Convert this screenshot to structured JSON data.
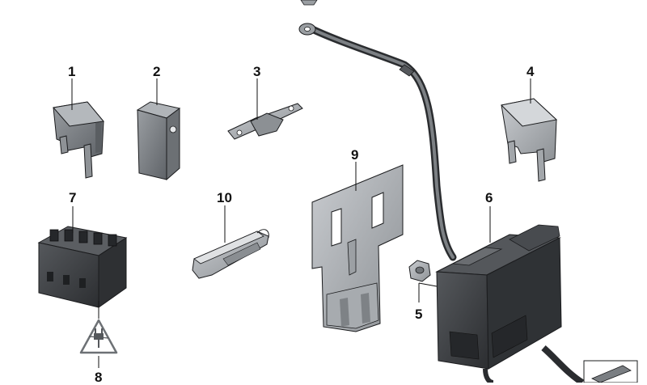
{
  "diagram": {
    "callouts": [
      {
        "id": "c1",
        "label": "1",
        "part": "mini blade fuse"
      },
      {
        "id": "c2",
        "label": "2",
        "part": "cartridge fuse"
      },
      {
        "id": "c3",
        "label": "3",
        "part": "strip fuse"
      },
      {
        "id": "c4",
        "label": "4",
        "part": "maxi blade fuse"
      },
      {
        "id": "c5",
        "label": "5",
        "part": "nut"
      },
      {
        "id": "c6",
        "label": "6",
        "part": "power distribution box with cable"
      },
      {
        "id": "c7",
        "label": "7",
        "part": "fuse carrier"
      },
      {
        "id": "c8",
        "label": "8",
        "part": "warning symbol"
      },
      {
        "id": "c9",
        "label": "9",
        "part": "holding plate"
      },
      {
        "id": "c10",
        "label": "10",
        "part": "fuse puller"
      }
    ],
    "colors": {
      "part_dark": "#3b3e42",
      "part_mid": "#6d7175",
      "part_light": "#a9adb1",
      "outline": "#1b1c1e",
      "leader": "#111111"
    },
    "icons": [
      "warning-triangle-plug-icon",
      "catalog-corner-icon"
    ]
  }
}
